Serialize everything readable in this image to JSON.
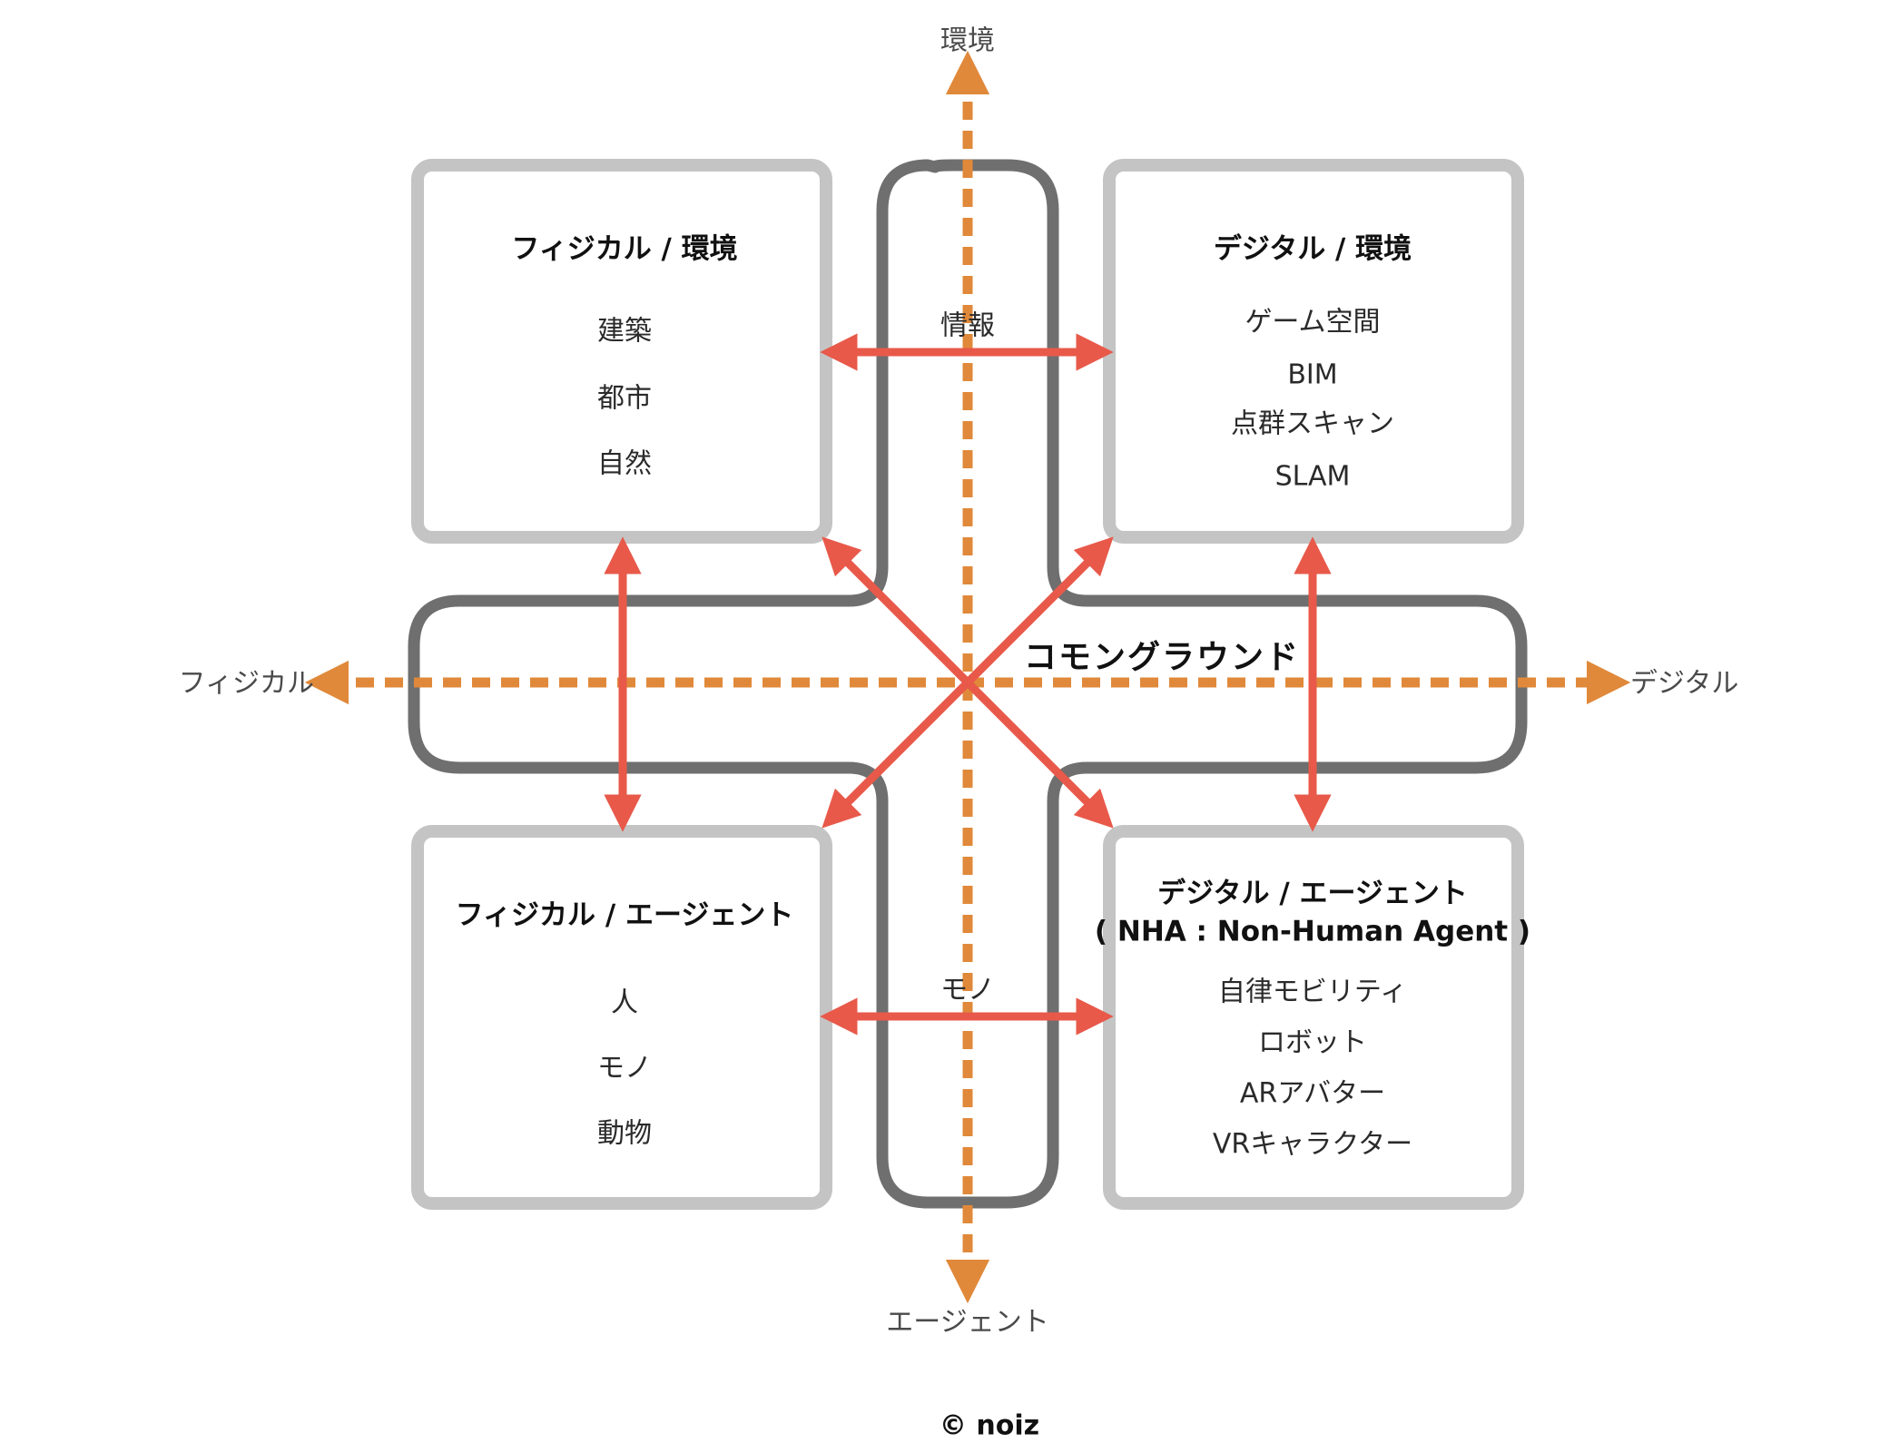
{
  "axes": {
    "top": "環境",
    "bottom": "エージェント",
    "left": "フィジカル",
    "right": "デジタル"
  },
  "quadrants": {
    "top_left": {
      "title": "フィジカル / 環境",
      "items": [
        "建築",
        "都市",
        "自然"
      ]
    },
    "top_right": {
      "title": "デジタル / 環境",
      "items": [
        "ゲーム空間",
        "BIM",
        "点群スキャン",
        "SLAM"
      ]
    },
    "bottom_left": {
      "title": "フィジカル / エージェント",
      "items": [
        "人",
        "モノ",
        "動物"
      ]
    },
    "bottom_right": {
      "title": "デジタル / エージェント",
      "subtitle": "( NHA : Non-Human Agent )",
      "items": [
        "自律モビリティ",
        "ロボット",
        "ARアバター",
        "VRキャラクター"
      ]
    }
  },
  "flows": {
    "top": "情報",
    "bottom": "モノ"
  },
  "center": "コモングラウンド",
  "copyright": "© noiz",
  "colors": {
    "axis": "#E0893A",
    "arrow": "#E8594A",
    "cross": "#6F6F6F",
    "box": "#C4C4C4"
  }
}
